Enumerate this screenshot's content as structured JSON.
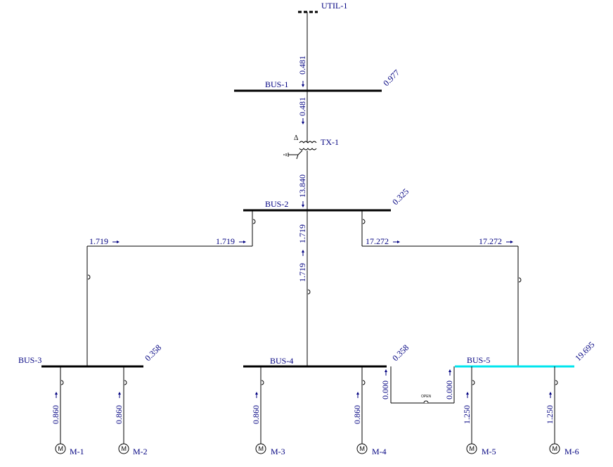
{
  "colors": {
    "bus": "#000000",
    "bus_highlight": "#00e5ee",
    "label": "#000080",
    "wire": "#000000"
  },
  "utility": {
    "label": "UTIL-1"
  },
  "transformer": {
    "label": "TX-1",
    "delta_symbol": "Δ"
  },
  "buses": {
    "bus1": {
      "label": "BUS-1",
      "value": "0.977"
    },
    "bus2": {
      "label": "BUS-2",
      "value": "0.325"
    },
    "bus3": {
      "label": "BUS-3",
      "value": "0.358"
    },
    "bus4": {
      "label": "BUS-4",
      "value": "0.358"
    },
    "bus5": {
      "label": "BUS-5",
      "value": "19.695"
    }
  },
  "flows": {
    "util_to_bus1": "0.481",
    "bus1_to_tx": "0.481",
    "tx_to_bus2": "13.840",
    "bus2_to_bus3_a": "1.719",
    "bus2_to_bus3_b": "1.719",
    "bus2_to_bus4_a": "1.719",
    "bus2_to_bus4_b": "1.719",
    "bus2_to_bus5_a": "17.272",
    "bus2_to_bus5_b": "17.272",
    "tie_left": "0.000",
    "tie_right": "0.000",
    "m1": "0.860",
    "m2": "0.860",
    "m3": "0.860",
    "m4": "0.860",
    "m5": "1.250",
    "m6": "1.250"
  },
  "tie": {
    "status": "OPEN"
  },
  "motors": {
    "symbol": "M",
    "m1": "M-1",
    "m2": "M-2",
    "m3": "M-3",
    "m4": "M-4",
    "m5": "M-5",
    "m6": "M-6"
  }
}
